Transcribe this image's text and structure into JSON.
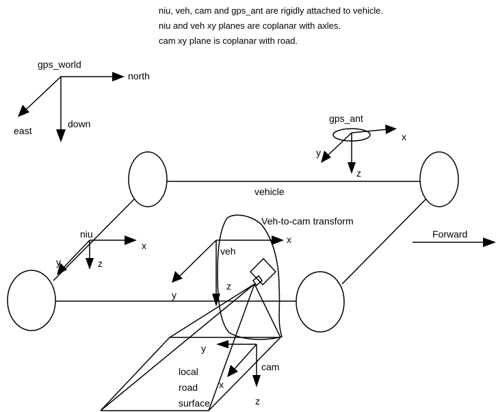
{
  "notes": [
    "niu, veh, cam and gps_ant are rigidly attached to vehicle.",
    "niu and veh xy planes are coplanar with axles.",
    "cam xy plane is coplanar with road."
  ],
  "labels": {
    "gps_world": "gps_world",
    "north": "north",
    "east": "east",
    "down": "down",
    "gps_ant": "gps_ant",
    "gps_ant_x": "x",
    "gps_ant_y": "y",
    "gps_ant_z": "z",
    "vehicle": "vehicle",
    "transform": "Veh-to-cam transform",
    "forward": "Forward",
    "niu": "niu",
    "niu_x": "x",
    "niu_y": "y",
    "niu_z": "z",
    "veh": "veh",
    "veh_x": "x",
    "veh_y": "y",
    "veh_z": "z",
    "cam": "cam",
    "cam_x": "x",
    "cam_y": "y",
    "cam_z": "z",
    "road_line1": "local",
    "road_line2": "road",
    "road_line3": "surface"
  }
}
